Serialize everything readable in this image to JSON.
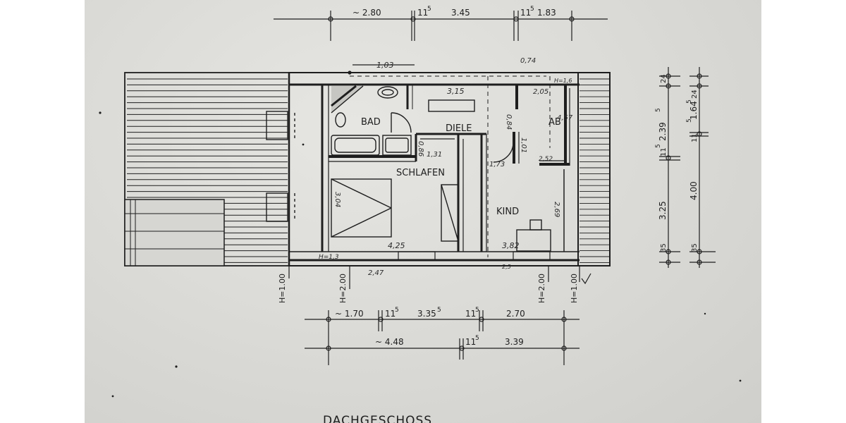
{
  "plan": {
    "title": "DACHGESCHOSS",
    "rooms": {
      "bad": "BAD",
      "diele": "DIELE",
      "ab": "AB",
      "schlafen": "SCHLAFEN",
      "kind": "KIND"
    },
    "top_dimensions": {
      "d1": "~ 2.80",
      "d2": "11",
      "d2_sup": "5",
      "d3": "3.45",
      "d4": "11",
      "d4_sup": "5",
      "d5": "1.83"
    },
    "inner_dimensions": {
      "d1_03": "1,03",
      "d0_74": "0,74",
      "d3_15": "3,15",
      "d2_05": "2,05",
      "h1_6": "H=1,6",
      "d0_84": "0,84",
      "d1_01": "1,01",
      "d0_86": "0,86",
      "d1_31": "1,31",
      "d1_73": "1,73",
      "d4_57": "4,57",
      "d2_52": "2,52",
      "d3_04": "3,04",
      "d2_69": "2,69",
      "d4_25": "4,25",
      "d3_82": "3,82",
      "h1_3": "H=1,3",
      "d2_47": "2,47",
      "d2_5": "2,5"
    },
    "heights": {
      "h1_left": "H=1.00",
      "h2_left": "H=2.00",
      "h2_right": "H=2.00",
      "h1_right": "H=1.00"
    },
    "bottom_row1": {
      "d1": "~ 1.70",
      "d2": "11",
      "d2_sup": "5",
      "d3": "3.35",
      "d3_sup": "5",
      "d4": "11",
      "d4_sup": "5",
      "d5": "2.70"
    },
    "bottom_row2": {
      "d1": "~ 4.48",
      "d2": "11",
      "d2_sup": "5",
      "d3": "3.39"
    },
    "right_dimensions": {
      "d24a": "24",
      "d2_39": "2.39",
      "d2_39_sup": "5",
      "d11_5": "11",
      "d11_5_sup": "5",
      "d3_25": "3.25",
      "d35a": "35",
      "d24b": "24",
      "d1_64": "1.64",
      "d1_64_sup": "5",
      "d11_5b": "11",
      "d11_5b_sup": "5",
      "d4_00": "4.00",
      "d35b": "35"
    }
  },
  "colors": {
    "paper": "#dcdcd8",
    "ink": "#1e1e1e"
  }
}
